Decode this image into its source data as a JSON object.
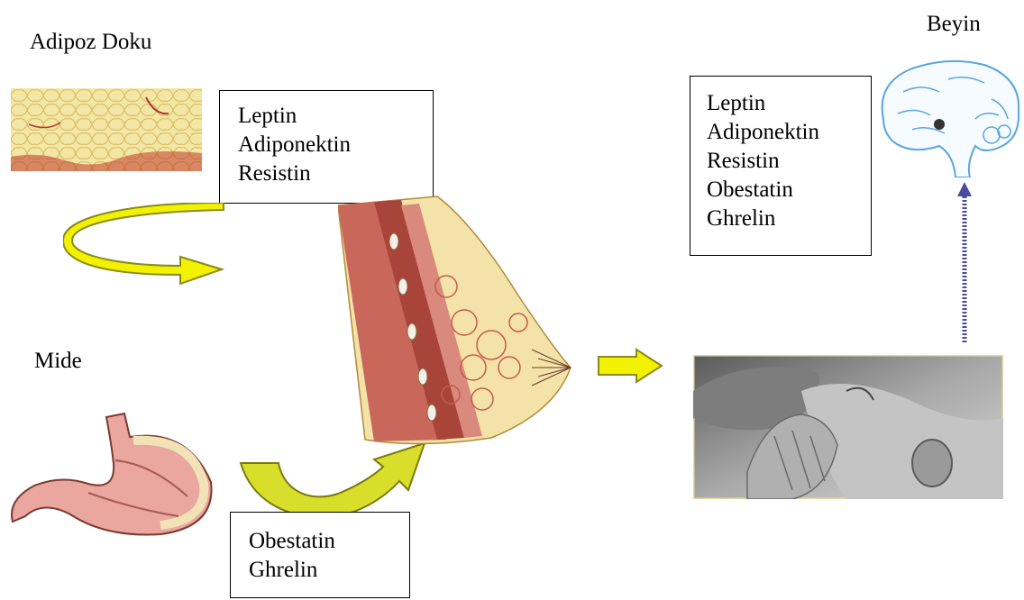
{
  "labels": {
    "adipose": "Adipoz Doku",
    "brain": "Beyin",
    "stomach": "Mide"
  },
  "box_adipose": {
    "items": [
      "Leptin",
      "Adiponektin",
      "Resistin"
    ]
  },
  "box_brain": {
    "items": [
      "Leptin",
      "Adiponektin",
      "Resistin",
      "Obestatin",
      "Ghrelin"
    ]
  },
  "box_stomach": {
    "items": [
      "Obestatin",
      "Ghrelin"
    ]
  },
  "colors": {
    "arrow_fill": "#f2f200",
    "arrow_stroke": "#8a8a1a",
    "dotted_arrow": "#4a4aa0",
    "brain_line": "#5aa6de"
  },
  "illustrations": [
    "adipose-tissue-image",
    "stomach-image",
    "breast-anatomy-image",
    "breastfeeding-infant-image",
    "brain-image"
  ]
}
